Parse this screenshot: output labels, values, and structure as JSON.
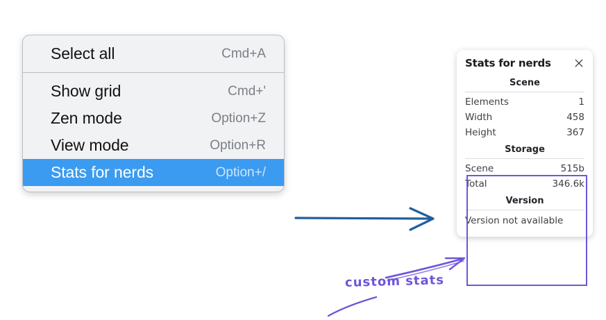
{
  "menu": {
    "groups": [
      {
        "items": [
          {
            "label": "Select all",
            "shortcut": "Cmd+A",
            "selected": false
          }
        ]
      },
      {
        "items": [
          {
            "label": "Show grid",
            "shortcut": "Cmd+'",
            "selected": false
          },
          {
            "label": "Zen mode",
            "shortcut": "Option+Z",
            "selected": false
          },
          {
            "label": "View mode",
            "shortcut": "Option+R",
            "selected": false
          },
          {
            "label": "Stats for nerds",
            "shortcut": "Option+/",
            "selected": true
          }
        ]
      }
    ],
    "highlight_color": "#3b9bf0"
  },
  "stats_panel": {
    "title": "Stats for nerds",
    "close_icon": "close-icon",
    "sections": [
      {
        "heading": "Scene",
        "rows": [
          {
            "label": "Elements",
            "value": "1"
          },
          {
            "label": "Width",
            "value": "458"
          },
          {
            "label": "Height",
            "value": "367"
          }
        ]
      },
      {
        "heading": "Storage",
        "rows": [
          {
            "label": "Scene",
            "value": "515b"
          },
          {
            "label": "Total",
            "value": "346.6k"
          }
        ]
      },
      {
        "heading": "Version",
        "plain_rows": [
          "Version not available"
        ]
      }
    ]
  },
  "annotations": {
    "callout_text": "custom stats",
    "callout_color": "#6f55d8",
    "arrow_color": "#1f5fa0",
    "highlight_box_color": "#6f55d8"
  }
}
